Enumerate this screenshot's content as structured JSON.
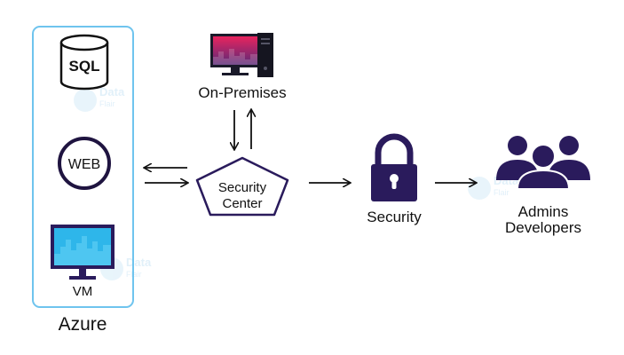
{
  "azure": {
    "label": "Azure",
    "sql_label": "SQL",
    "web_label": "WEB",
    "vm_label": "VM"
  },
  "on_premises": {
    "label": "On-Premises"
  },
  "security_center": {
    "line1": "Security",
    "line2": "Center"
  },
  "security": {
    "label": "Security"
  },
  "users": {
    "line1": "Admins",
    "line2": "Developers"
  },
  "watermark": {
    "text1": "Data",
    "text2": "Flair"
  },
  "colors": {
    "azure_border": "#6fc4ee",
    "navy": "#2a1b5c",
    "vm_screen": "#2eb6ea",
    "monitor_gradient_start": "#e8245e",
    "monitor_gradient_end": "#5a2a78",
    "watermark": "#c9e4f5"
  },
  "icons": {
    "sql": "database-icon",
    "web": "globe-icon",
    "vm": "monitor-icon",
    "on_premises": "desktop-computer-icon",
    "security": "padlock-icon",
    "users": "user-group-icon"
  }
}
